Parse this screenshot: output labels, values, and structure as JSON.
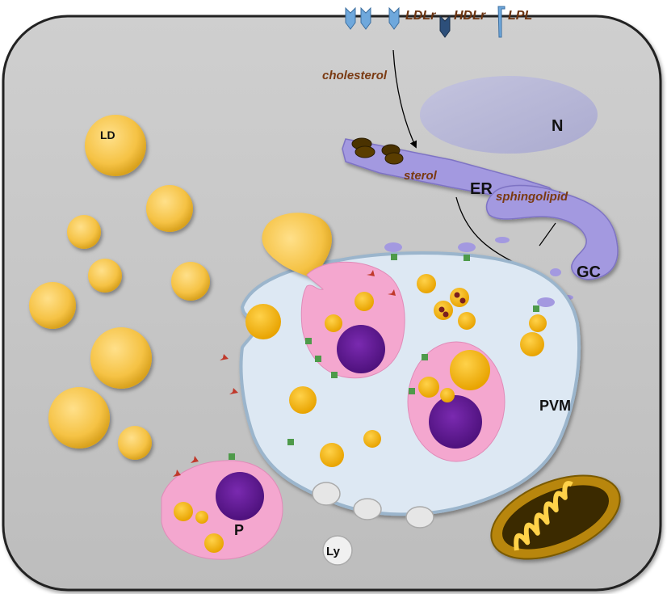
{
  "labels": {
    "ld": "LD",
    "n": "N",
    "er": "ER",
    "gc": "GC",
    "pvm": "PVM",
    "p": "P",
    "ly": "Ly",
    "cholesterol": "cholesterol",
    "sterol": "sterol",
    "sphingolipid": "sphingolipid",
    "ldlr": "LDLr",
    "hdlr": "HDLr",
    "lpl": "LPL"
  },
  "colors": {
    "cell": "#c4c4c4",
    "lipid_droplet": "#f5c244",
    "nucleus": "#b3b3d6",
    "er_golgi": "#a399e0",
    "vacuole": "#dde8f3",
    "parasite": "#f4a7cf",
    "parasite_nucleus": "#5a1a8a",
    "mitochondrion": "#b8860b",
    "receptor": "#6fa8dc",
    "marker": "#4e9a4a",
    "arrowhead": "#c0392b"
  }
}
